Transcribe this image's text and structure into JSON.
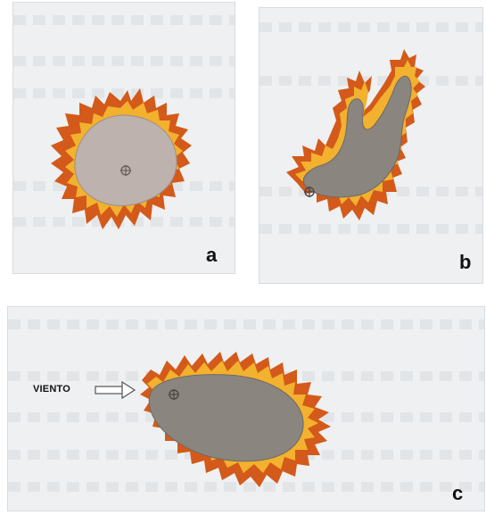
{
  "panels": {
    "a": {
      "label": "a"
    },
    "b": {
      "label": "b"
    },
    "c": {
      "label": "c",
      "wind_label": "VIENTO"
    }
  },
  "colors": {
    "panel_background": "#eef0f2",
    "burned_area_a": "#bdb2ae",
    "burned_area": "#8b8580",
    "flame_outer": "#d35a1a",
    "flame_inner": "#f2b12e",
    "ignition_marker": "#6a5f5b"
  }
}
